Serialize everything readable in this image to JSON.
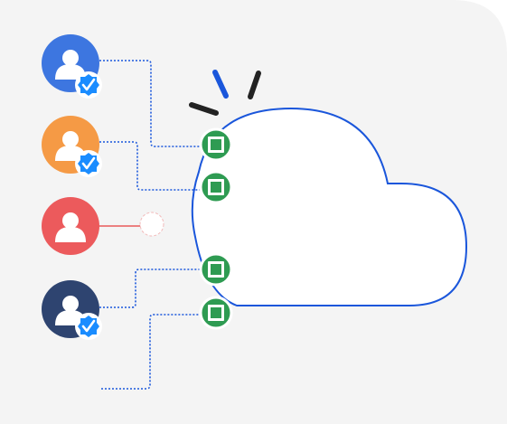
{
  "colors": {
    "panel_background": "#f4f4f4",
    "cloud_stroke": "#1a56db",
    "connector_dotted": "#1a56db",
    "connector_denied": "#e85a5a",
    "badge_verified": "#1a8cff",
    "port_fill": "#2e9b52",
    "spark_blue": "#1a56db",
    "spark_dark": "#222222"
  },
  "users": [
    {
      "name": "user-blue",
      "color": "#3d76e0",
      "verified": true,
      "status": "connected"
    },
    {
      "name": "user-orange",
      "color": "#f59a45",
      "verified": true,
      "status": "connected"
    },
    {
      "name": "user-red",
      "color": "#ec5a5c",
      "verified": false,
      "status": "blocked"
    },
    {
      "name": "user-navy",
      "color": "#2e4470",
      "verified": true,
      "status": "connected"
    }
  ],
  "icons": {
    "user": "person-icon",
    "verified": "verified-badge-icon",
    "port": "green-square-port-icon",
    "blocked": "blocked-port-icon",
    "cloud": "cloud-icon",
    "spark": "spark-lines"
  },
  "ports_connected": 4,
  "ports_blocked": 1
}
